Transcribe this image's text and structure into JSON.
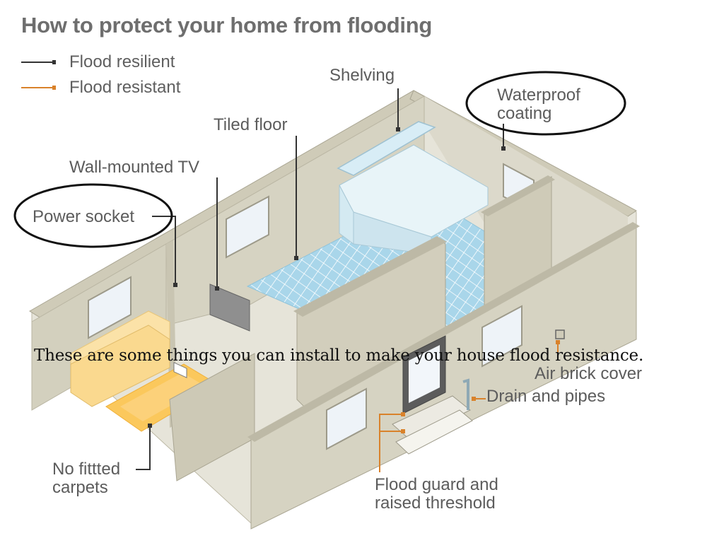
{
  "title": "How to protect your home from flooding",
  "legend": [
    {
      "label": "Flood resilient",
      "color": "#333333"
    },
    {
      "label": "Flood resistant",
      "color": "#d9822b"
    }
  ],
  "labels": {
    "shelving": "Shelving",
    "waterproof_coating_1": "Waterproof",
    "waterproof_coating_2": "coating",
    "tiled_floor": "Tiled floor",
    "wall_tv": "Wall-mounted TV",
    "power_socket": "Power socket",
    "air_brick": "Air brick cover",
    "drain_pipes": "Drain and pipes",
    "carpets_1": "No fittted",
    "carpets_2": "carpets",
    "flood_guard_1": "Flood guard and",
    "flood_guard_2": "raised threshold"
  },
  "caption": "These are some things you can install to make your house flood resistance.",
  "colors": {
    "wall": "#d6d3c3",
    "wall_dark": "#c3bfac",
    "floor": "#e4e2d7",
    "tile": "#a9d6ea",
    "sofa": "#fbdc96",
    "rug": "#fbc85c",
    "resistant": "#d9822b",
    "resilient": "#333333"
  }
}
